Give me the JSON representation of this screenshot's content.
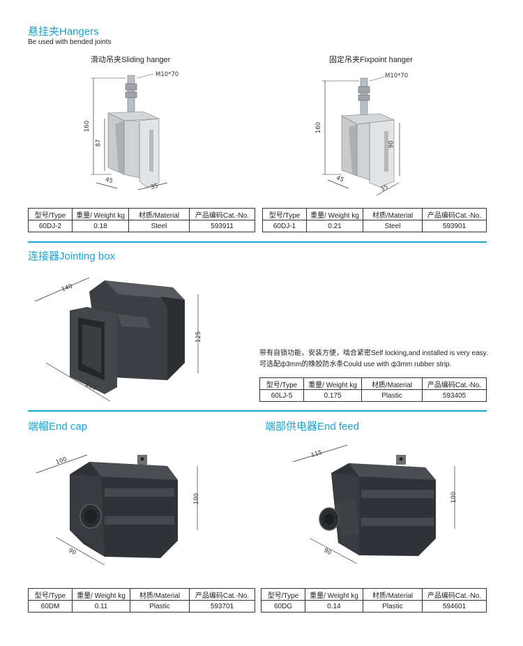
{
  "hangers": {
    "title": "悬挂夹Hangers",
    "subtitle": "Be used with bended joints",
    "sliding": {
      "caption": "滑动吊夹Sliding hanger",
      "bolt": "M10*70",
      "dims": {
        "h": "160",
        "inner": "87",
        "w": "45",
        "d": "35"
      },
      "table": {
        "headers": [
          "型号/Type",
          "重量/ Weight kg",
          "材质/Material",
          "产品编码Cat.-No."
        ],
        "row": [
          "60DJ-2",
          "0.18",
          "Steel",
          "593911"
        ]
      }
    },
    "fixpoint": {
      "caption": "固定吊夹Fixpoint hanger",
      "bolt": "M10*70",
      "dims": {
        "h": "160",
        "inner": "90",
        "w": "45",
        "d": "35"
      },
      "table": {
        "headers": [
          "型号/Type",
          "重量/ Weight kg",
          "材质/Material",
          "产品编码Cat.-No."
        ],
        "row": [
          "60DJ-1",
          "0.21",
          "Steel",
          "593901"
        ]
      }
    }
  },
  "jointing": {
    "title": "连接器Jointing box",
    "dims": {
      "len": "140",
      "h": "125",
      "w": "113"
    },
    "note1": "带有自锁功能，安装方便，啮合紧密Self locking,and installed is very easy.",
    "note2": "可选配ф3mm的橡胶防水条Could use with ф3mm rubber strip.",
    "table": {
      "headers": [
        "型号/Type",
        "重量/ Weight kg",
        "材质/Material",
        "产品编码Cat.-No."
      ],
      "row": [
        "60LJ-5",
        "0.175",
        "Plastic",
        "593405"
      ]
    }
  },
  "endcap": {
    "title": "端帽End cap",
    "dims": {
      "len": "100",
      "h": "100",
      "w": "90"
    },
    "table": {
      "headers": [
        "型号/Type",
        "重量/ Weight kg",
        "材质/Material",
        "产品编码Cat.-No."
      ],
      "row": [
        "60DM",
        "0.11",
        "Plastic",
        "593701"
      ]
    }
  },
  "endfeed": {
    "title": "端部供电器End feed",
    "dims": {
      "len": "115",
      "h": "100",
      "w": "90"
    },
    "table": {
      "headers": [
        "型号/Type",
        "重量/ Weight kg",
        "材质/Material",
        "产品编码Cat.-No."
      ],
      "row": [
        "60DG",
        "0.14",
        "Plastic",
        "594601"
      ]
    }
  }
}
